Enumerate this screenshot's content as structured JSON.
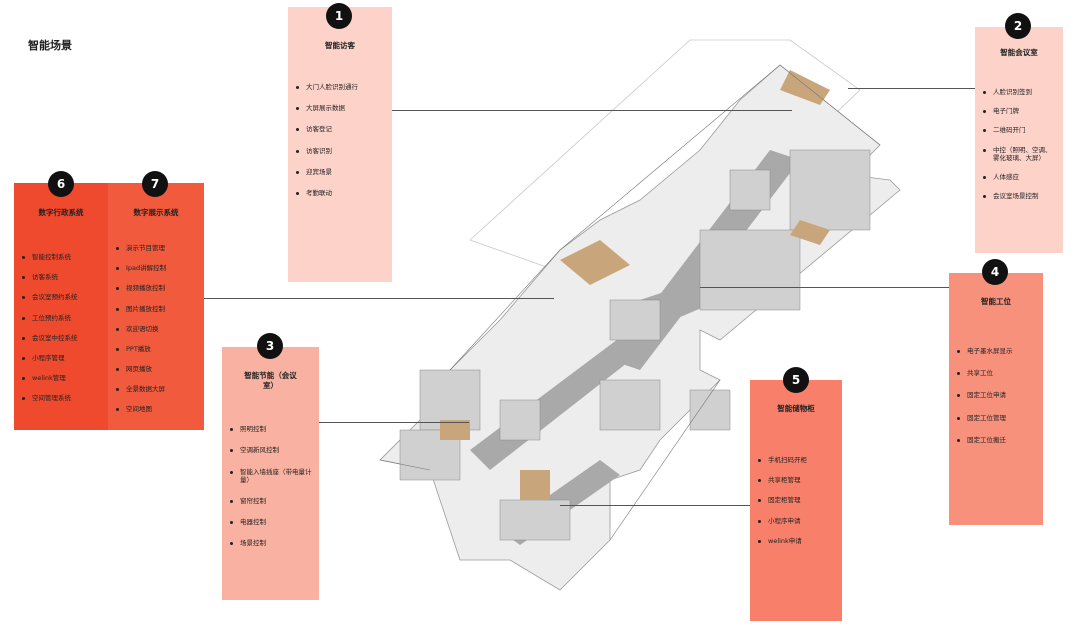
{
  "page_title": "智能场景",
  "colors": {
    "card1": "#fcd2c9",
    "card2": "#fcd2c9",
    "card3": "#f9b2a1",
    "card4": "#f8917c",
    "card5": "#f8806a",
    "card6": "#ef4a2e",
    "card7": "#f15a3c",
    "badge": "#111111"
  },
  "cards": [
    {
      "number": "1",
      "title": "智能访客",
      "items": [
        "大门人脸识别通行",
        "大屏展示数据",
        "访客登记",
        "访客识别",
        "迎宾场景",
        "考勤联动"
      ]
    },
    {
      "number": "2",
      "title": "智能会议室",
      "items": [
        "人脸识别签到",
        "电子门牌",
        "二维码开门",
        "中控（照明、空调、雾化玻璃、大屏）",
        "人体感应",
        "会议室场景控制"
      ]
    },
    {
      "number": "3",
      "title": "智能节能（会议室）",
      "items": [
        "照明控制",
        "空调新风控制",
        "智能入墙插座（带电量计量）",
        "窗帘控制",
        "电器控制",
        "场景控制"
      ]
    },
    {
      "number": "4",
      "title": "智能工位",
      "items": [
        "电子墨水屏显示",
        "共享工位",
        "固定工位申请",
        "固定工位管理",
        "固定工位搬迁"
      ]
    },
    {
      "number": "5",
      "title": "智能储物柜",
      "items": [
        "手机扫码开柜",
        "共享柜管理",
        "固定柜管理",
        "小程序申请",
        "welink申请"
      ]
    },
    {
      "number": "6",
      "title": "数字行政系统",
      "items": [
        "智能控制系统",
        "访客系统",
        "会议室预约系统",
        "工位预约系统",
        "会议室中控系统",
        "小程序管理",
        "welink管理",
        "空间管理系统"
      ]
    },
    {
      "number": "7",
      "title": "数字展示系统",
      "items": [
        "演示节目管理",
        "Ipad讲解控制",
        "视频播放控制",
        "图片播放控制",
        "欢迎语切换",
        "PPT播放",
        "网页播放",
        "全景数据大屏",
        "空间地图"
      ]
    }
  ]
}
